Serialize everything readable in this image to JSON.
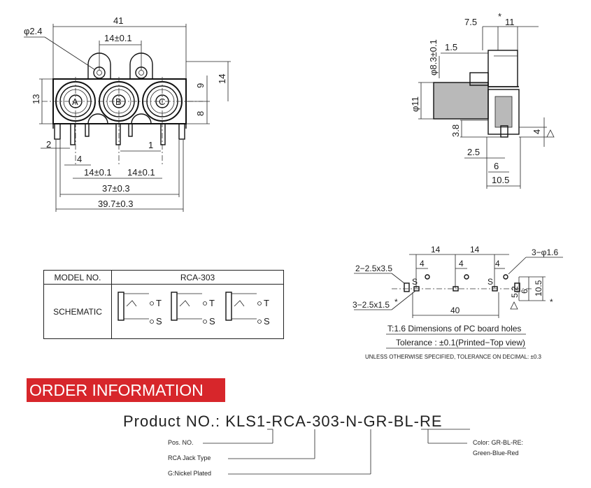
{
  "front_view": {
    "dims": {
      "overall_top": "41",
      "hole_dia": "φ2.4",
      "hole_pitch": "14±0.1",
      "height_left": "13",
      "right_9": "9",
      "right_14": "14",
      "right_8": "8",
      "pin_2": "2",
      "pin_4": "4",
      "pin_1": "1",
      "pitch_left": "14±0.1",
      "pitch_right": "14±0.1",
      "span_37": "37±0.3",
      "span_39": "39.7±0.3"
    },
    "jacks": [
      "A",
      "B",
      "C"
    ]
  },
  "side_view": {
    "dims": {
      "top_75": "7.5",
      "top_star": "*",
      "top_11": "11",
      "d15": "1.5",
      "dia83": "φ8.3±0.1",
      "dia11": "φ11",
      "d38": "3.8",
      "d4": "4",
      "d25": "2.5",
      "d6": "6",
      "d105": "10.5"
    }
  },
  "pcb_view": {
    "dims": {
      "slot_a": "2−2.5x3.5",
      "slot_b": "3−2.5x1.5",
      "slot_b_star": "*",
      "holes": "3−φ1.6",
      "pitch_a": "14",
      "pitch_b": "14",
      "w4a": "4",
      "w4b": "4",
      "w4c": "4",
      "d52": "5.2",
      "d6": "6",
      "d105": "10.5",
      "d105_star": "*",
      "d40": "40",
      "s_a": "S",
      "s_b": "S"
    },
    "caption": "T:1.6 Dimensions of PC board holes",
    "tolerance": "Tolerance : ±0.1(Printed−Top view)",
    "note": "UNLESS OTHERWISE SPECIFIED, TOLERANCE ON DECIMAL: ±0.3"
  },
  "table": {
    "model_label": "MODEL NO.",
    "model_value": "RCA-303",
    "schematic_label": "SCHEMATIC",
    "terminals": [
      "T",
      "S",
      "T",
      "S",
      "T",
      "S"
    ]
  },
  "order": {
    "heading": "ORDER INFORMATION",
    "product_prefix": "Product NO.:",
    "product_code": "KLS1-RCA-303-N-GR-BL-RE",
    "legend": {
      "pos": "Pos. NO.",
      "type": "RCA Jack Type",
      "plating": "G:Nickel Plated",
      "color_1": "Color: GR-BL-RE:",
      "color_2": "Green-Blue-Red"
    }
  },
  "colors": {
    "accent": "#d7262b",
    "shade": "#b9b9b9",
    "line": "#111111"
  }
}
